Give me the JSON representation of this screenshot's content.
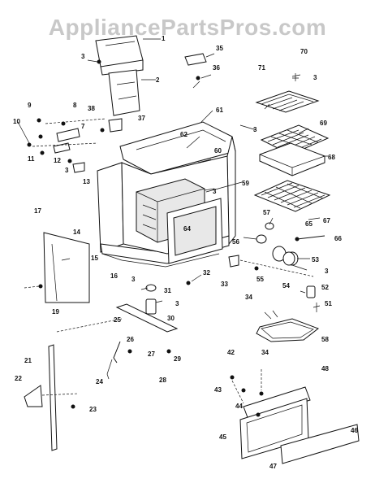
{
  "watermark": "AppliancePartsPros.com",
  "diagram_type": "exploded parts diagram",
  "callouts": [
    {
      "id": "c1",
      "label": "1"
    },
    {
      "id": "c2",
      "label": "2"
    },
    {
      "id": "c3a",
      "label": "3"
    },
    {
      "id": "c35",
      "label": "35"
    },
    {
      "id": "c36",
      "label": "36"
    },
    {
      "id": "c70",
      "label": "70"
    },
    {
      "id": "c71",
      "label": "71"
    },
    {
      "id": "c3b",
      "label": "3"
    },
    {
      "id": "c9",
      "label": "9"
    },
    {
      "id": "c8",
      "label": "8"
    },
    {
      "id": "c38",
      "label": "38"
    },
    {
      "id": "c37",
      "label": "37"
    },
    {
      "id": "c61",
      "label": "61"
    },
    {
      "id": "c3c",
      "label": "3"
    },
    {
      "id": "c69",
      "label": "69"
    },
    {
      "id": "c10",
      "label": "10"
    },
    {
      "id": "c7",
      "label": "7"
    },
    {
      "id": "c62",
      "label": "62"
    },
    {
      "id": "c60",
      "label": "60"
    },
    {
      "id": "c68",
      "label": "68"
    },
    {
      "id": "c11",
      "label": "11"
    },
    {
      "id": "c12",
      "label": "12"
    },
    {
      "id": "c3d",
      "label": "3"
    },
    {
      "id": "c13",
      "label": "13"
    },
    {
      "id": "c3e",
      "label": "3"
    },
    {
      "id": "c59",
      "label": "59"
    },
    {
      "id": "c17",
      "label": "17"
    },
    {
      "id": "c57",
      "label": "57"
    },
    {
      "id": "c65",
      "label": "65"
    },
    {
      "id": "c67",
      "label": "67"
    },
    {
      "id": "c14",
      "label": "14"
    },
    {
      "id": "c64",
      "label": "64"
    },
    {
      "id": "c66",
      "label": "66"
    },
    {
      "id": "c56",
      "label": "56"
    },
    {
      "id": "c15",
      "label": "15"
    },
    {
      "id": "c53",
      "label": "53"
    },
    {
      "id": "c16",
      "label": "16"
    },
    {
      "id": "c32",
      "label": "32"
    },
    {
      "id": "c3f",
      "label": "3"
    },
    {
      "id": "c33",
      "label": "33"
    },
    {
      "id": "c55",
      "label": "55"
    },
    {
      "id": "c54",
      "label": "54"
    },
    {
      "id": "c3g",
      "label": "3"
    },
    {
      "id": "c31",
      "label": "31"
    },
    {
      "id": "c52",
      "label": "52"
    },
    {
      "id": "c19",
      "label": "19"
    },
    {
      "id": "c34a",
      "label": "34"
    },
    {
      "id": "c3h",
      "label": "3"
    },
    {
      "id": "c51",
      "label": "51"
    },
    {
      "id": "c30",
      "label": "30"
    },
    {
      "id": "c25",
      "label": "25"
    },
    {
      "id": "c58",
      "label": "58"
    },
    {
      "id": "c26",
      "label": "26"
    },
    {
      "id": "c27",
      "label": "27"
    },
    {
      "id": "c21",
      "label": "21"
    },
    {
      "id": "c42",
      "label": "42"
    },
    {
      "id": "c34b",
      "label": "34"
    },
    {
      "id": "c29",
      "label": "29"
    },
    {
      "id": "c28",
      "label": "28"
    },
    {
      "id": "c24",
      "label": "24"
    },
    {
      "id": "c48",
      "label": "48"
    },
    {
      "id": "c43",
      "label": "43"
    },
    {
      "id": "c22",
      "label": "22"
    },
    {
      "id": "c44",
      "label": "44"
    },
    {
      "id": "c23",
      "label": "23"
    },
    {
      "id": "c45",
      "label": "45"
    },
    {
      "id": "c46",
      "label": "46"
    },
    {
      "id": "c47",
      "label": "47"
    }
  ]
}
